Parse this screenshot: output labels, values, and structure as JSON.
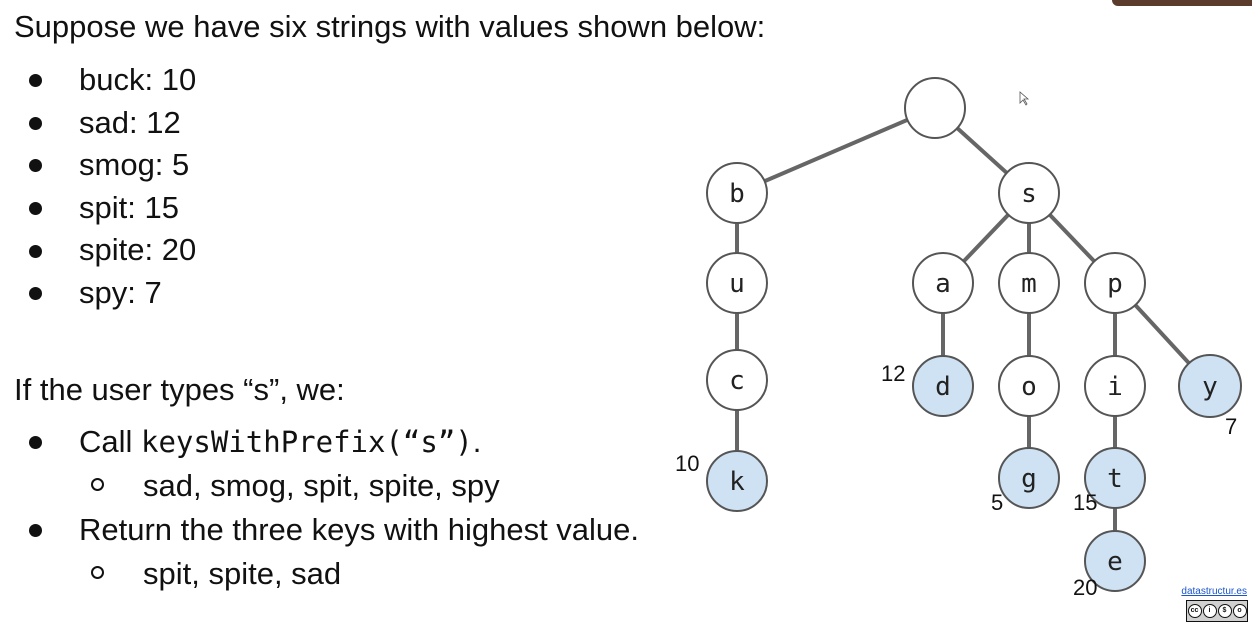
{
  "heading": "Suppose we have six strings with values shown below:",
  "strings": [
    {
      "label": "buck: 10"
    },
    {
      "label": "sad: 12"
    },
    {
      "label": "smog: 5"
    },
    {
      "label": "spit: 15"
    },
    {
      "label": "spite: 20"
    },
    {
      "label": "spy: 7"
    }
  ],
  "paragraph": "If the user types “s”, we:",
  "steps": {
    "call_prefix": "Call ",
    "call_code": "keysWithPrefix(“s”)",
    "call_suffix": ".",
    "call_result": "sad, smog, spit, spite, spy",
    "return_text": "Return the three keys with highest value.",
    "return_result": "spit, spite, sad"
  },
  "trie": {
    "colors": {
      "line": "#666666",
      "key_fill": "#cfe2f3",
      "plain_fill": "#ffffff",
      "stroke": "#555555"
    },
    "nodes": [
      {
        "id": "root",
        "char": "",
        "key": false
      },
      {
        "id": "b",
        "char": "b",
        "key": false
      },
      {
        "id": "u",
        "char": "u",
        "key": false
      },
      {
        "id": "c",
        "char": "c",
        "key": false
      },
      {
        "id": "k",
        "char": "k",
        "key": true,
        "value": "10"
      },
      {
        "id": "s",
        "char": "s",
        "key": false
      },
      {
        "id": "a",
        "char": "a",
        "key": false
      },
      {
        "id": "d",
        "char": "d",
        "key": true,
        "value": "12"
      },
      {
        "id": "m",
        "char": "m",
        "key": false
      },
      {
        "id": "o",
        "char": "o",
        "key": false
      },
      {
        "id": "g",
        "char": "g",
        "key": true,
        "value": "5"
      },
      {
        "id": "p",
        "char": "p",
        "key": false
      },
      {
        "id": "i",
        "char": "i",
        "key": false
      },
      {
        "id": "t",
        "char": "t",
        "key": true,
        "value": "15"
      },
      {
        "id": "e",
        "char": "e",
        "key": true,
        "value": "20"
      },
      {
        "id": "y",
        "char": "y",
        "key": true,
        "value": "7"
      }
    ],
    "edges": [
      [
        "root",
        "b"
      ],
      [
        "root",
        "s"
      ],
      [
        "b",
        "u"
      ],
      [
        "u",
        "c"
      ],
      [
        "c",
        "k"
      ],
      [
        "s",
        "a"
      ],
      [
        "s",
        "m"
      ],
      [
        "s",
        "p"
      ],
      [
        "a",
        "d"
      ],
      [
        "m",
        "o"
      ],
      [
        "o",
        "g"
      ],
      [
        "p",
        "i"
      ],
      [
        "p",
        "y"
      ],
      [
        "i",
        "t"
      ],
      [
        "t",
        "e"
      ]
    ]
  },
  "footer": {
    "site": "datastructur.es",
    "license": "BY NC SA"
  }
}
